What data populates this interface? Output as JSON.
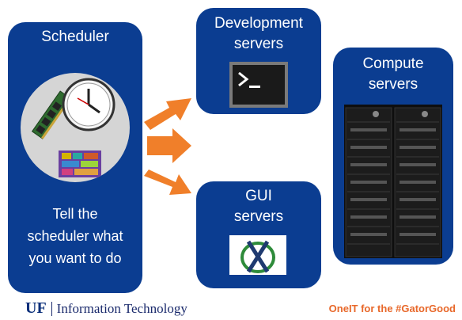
{
  "scheduler": {
    "title": "Scheduler",
    "caption_lines": [
      "Tell the",
      "scheduler what",
      "you want to do"
    ]
  },
  "development": {
    "title_lines": [
      "Development",
      "servers"
    ]
  },
  "gui": {
    "title_lines": [
      "GUI",
      "servers"
    ]
  },
  "compute": {
    "title_lines": [
      "Compute",
      "servers"
    ]
  },
  "footer": {
    "org_logo": "UF",
    "org_name": "Information Technology",
    "tagline": "OneIT for the #GatorGood"
  },
  "colors": {
    "panel": "#0b3d91",
    "arrow": "#f07f2a",
    "tagline": "#e8682a"
  },
  "icons": {
    "scheduler_image": "clock-memory-chip-icon",
    "dev_image": "terminal-icon",
    "gui_image": "xpra-logo-icon",
    "compute_image": "server-rack-icon"
  }
}
